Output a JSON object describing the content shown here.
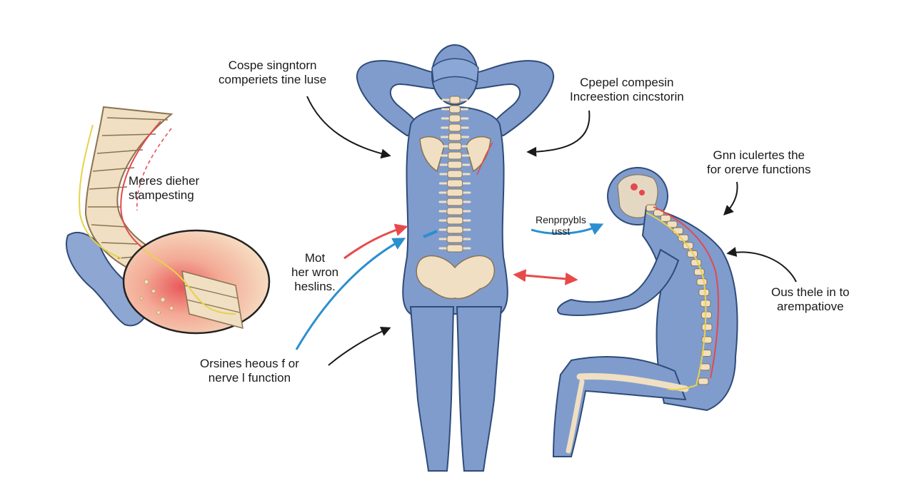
{
  "labels": {
    "top_left": [
      "Cospe singntorn",
      "comperiets tine luse"
    ],
    "top_right": [
      "Cpepel compesin",
      "Increestion cincstorin"
    ],
    "right_upper": [
      "Gnn iculertes the",
      "for orerve functions"
    ],
    "spine_left": [
      "Meres dieher",
      "stampesting"
    ],
    "mid_left": [
      "Mot",
      "her wron",
      "heslins."
    ],
    "bottom_left": [
      "Orsines heous f or",
      "nerve l function"
    ],
    "right_mid": [
      "Renprpybls",
      "usst"
    ],
    "right_lower": [
      "Ous thele in to",
      "arempatiove"
    ]
  },
  "colors": {
    "body": "#7f9ccd",
    "body_outline": "#2f4b78",
    "bone": "#f0dfc2",
    "bone_outline": "#8a7350",
    "nerve_red": "#e5484d",
    "nerve_yellow": "#e6d24a",
    "arrow_red": "#e84a4a",
    "arrow_blue": "#2a8fd0",
    "arrow_black": "#1a1a1a"
  }
}
